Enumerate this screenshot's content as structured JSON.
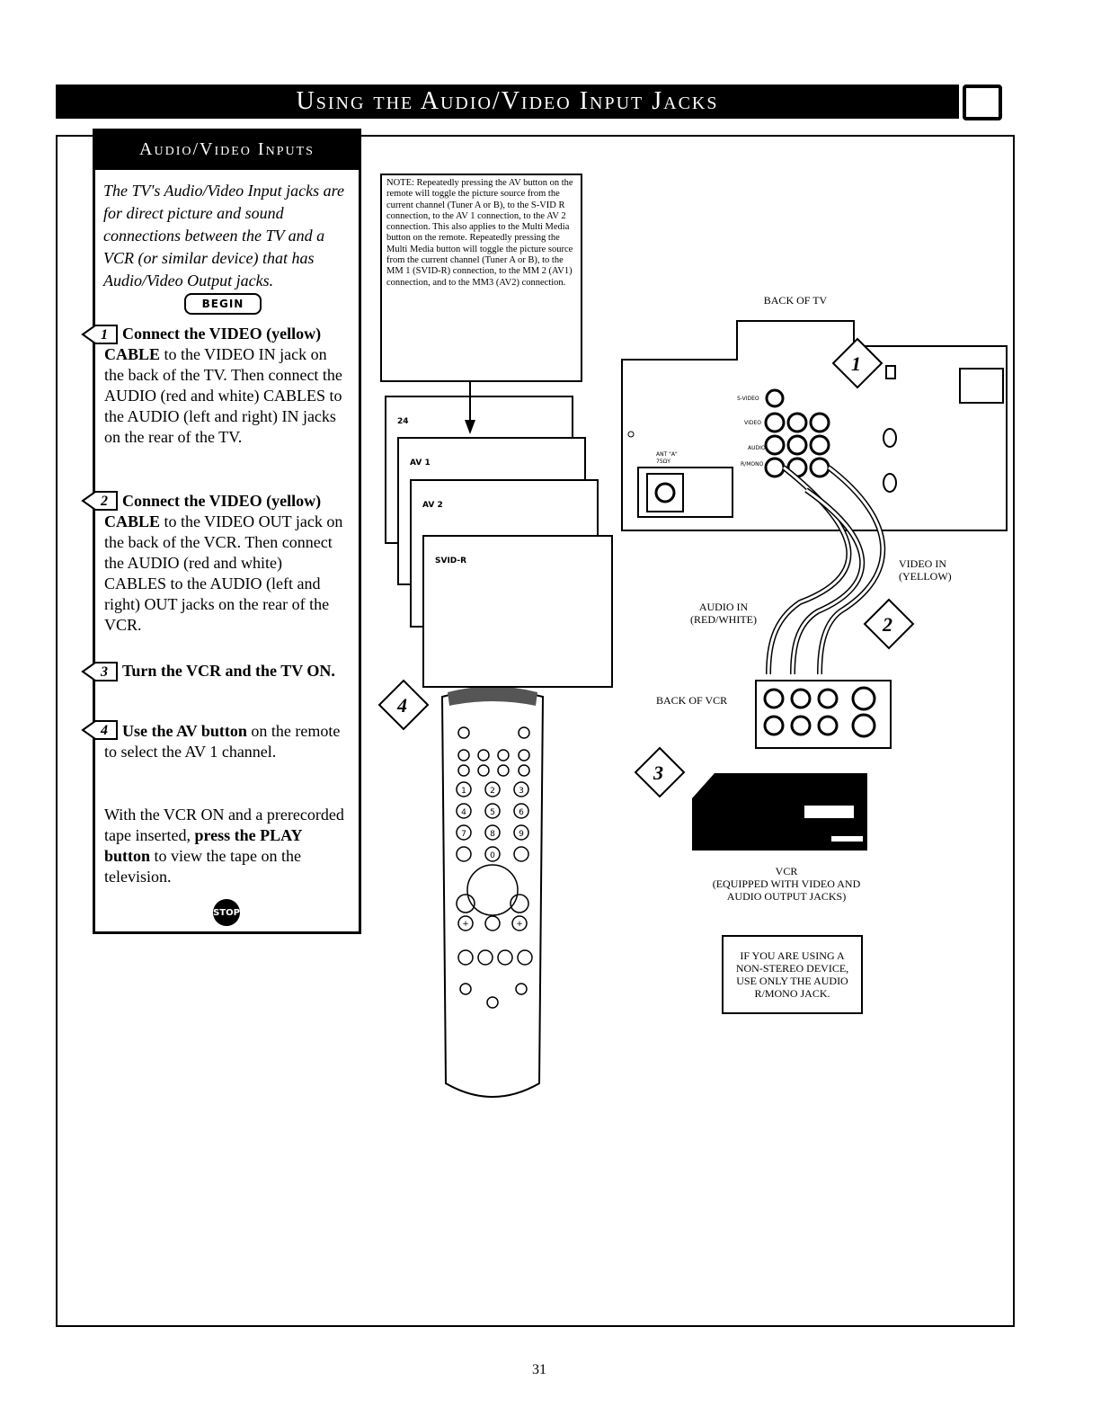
{
  "header": {
    "title": "Using the Audio/Video Input Jacks"
  },
  "sidebar": {
    "heading": "Audio/Video Inputs",
    "intro": "The TV's Audio/Video Input jacks are for direct picture and sound connections between the TV and a VCR (or similar device) that has Audio/Video Output jacks.",
    "begin_label": "BEGIN",
    "steps": [
      {
        "num": "1",
        "bold": "Connect the VIDEO (yellow) CABLE",
        "text": " to the VIDEO IN jack on the back of the TV. Then connect the AUDIO (red and white) CABLES to the AUDIO (left and right) IN jacks on the rear of the TV."
      },
      {
        "num": "2",
        "bold": "Connect the VIDEO (yellow) CABLE",
        "text": " to the VIDEO OUT jack on the back of the VCR. Then connect the AUDIO (red and white) CABLES to the AUDIO (left and right) OUT jacks on the rear of the VCR."
      },
      {
        "num": "3",
        "bold": "Turn the VCR and the TV ON.",
        "text": ""
      },
      {
        "num": "4",
        "bold": "Use the AV button",
        "text": " on the remote to select the AV 1 channel."
      }
    ],
    "play_pre": "With the VCR ON and a prerecorded tape inserted, ",
    "play_bold": "press the PLAY button",
    "play_post": " to view the tape on the television.",
    "stop_label": "STOP"
  },
  "note": {
    "label": "NOTE",
    "text": ": Repeatedly pressing the AV button on the remote will toggle the picture source from the current channel (Tuner A or B), to the S-VID R connection, to the AV 1 connection, to the AV 2 connection. This also applies to the Multi Media button on the remote. Repeatedly pressing the Multi Media button will toggle the picture source from the current channel (Tuner A or B), to the MM 1 (SVID-R) connection, to the MM 2 (AV1) connection, and to the MM3 (AV2) connection."
  },
  "screens": [
    "24",
    "AV 1",
    "AV 2",
    "SVID-R"
  ],
  "diagram": {
    "back_of_tv": "BACK OF TV",
    "video_in": "VIDEO IN\n(YELLOW)",
    "audio_in": "AUDIO IN\n(RED/WHITE)",
    "back_of_vcr": "BACK OF VCR",
    "vcr": "VCR\n(EQUIPPED WITH VIDEO AND\nAUDIO OUTPUT JACKS)",
    "mono_note": "IF YOU ARE USING A NON-STEREO DEVICE, USE ONLY THE AUDIO R/MONO JACK.",
    "callouts": [
      "1",
      "2",
      "3",
      "4"
    ]
  },
  "footer": {
    "page": "31"
  }
}
